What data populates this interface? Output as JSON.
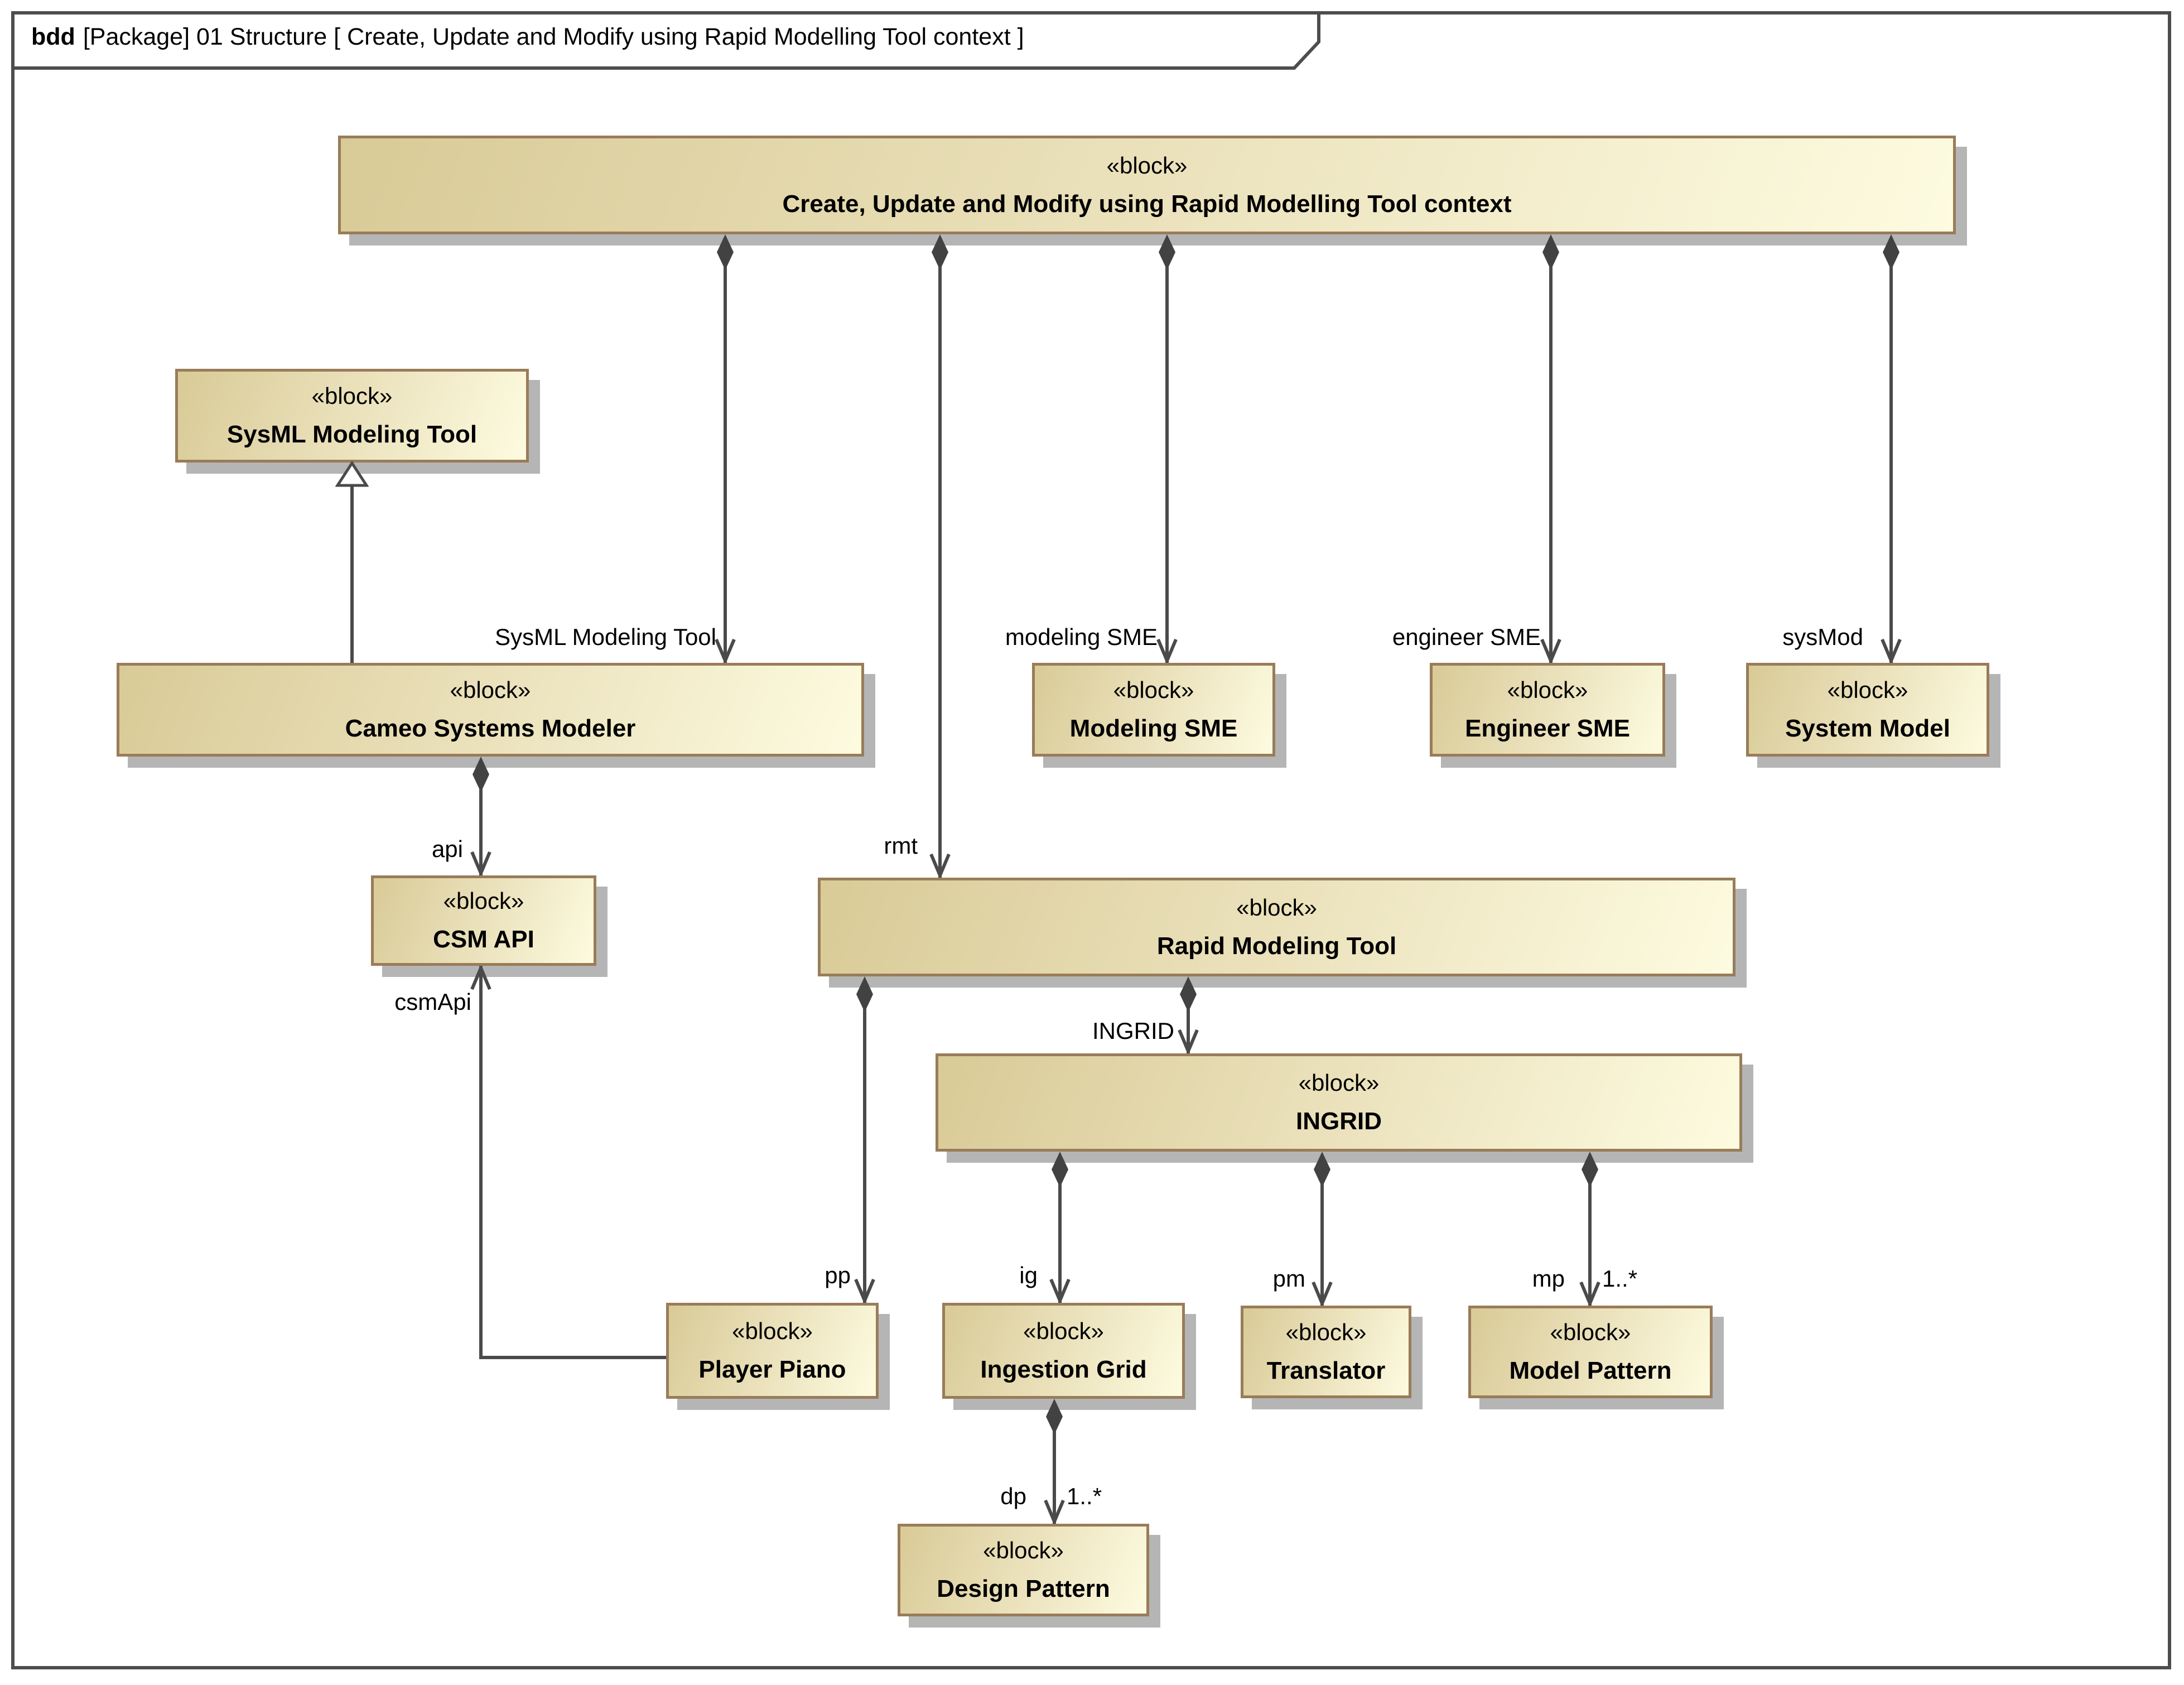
{
  "frame": {
    "title_keyword": "bdd",
    "title_rest": "[Package] 01 Structure [ Create, Update and Modify using Rapid Modelling Tool context ]"
  },
  "shared": {
    "stereotype": "«block»"
  },
  "blocks": {
    "context": "Create, Update and Modify using Rapid Modelling Tool context",
    "sysml_modeling_tool": "SysML Modeling Tool",
    "cameo_systems_modeler": "Cameo Systems Modeler",
    "modeling_sme": "Modeling SME",
    "engineer_sme": "Engineer SME",
    "system_model": "System Model",
    "csm_api": "CSM API",
    "rapid_modeling_tool": "Rapid Modeling Tool",
    "ingrid": "INGRID",
    "player_piano": "Player Piano",
    "ingestion_grid": "Ingestion Grid",
    "translator": "Translator",
    "model_pattern": "Model Pattern",
    "design_pattern": "Design Pattern"
  },
  "edge_labels": {
    "sysml_modeling_tool": "SysML Modeling Tool",
    "rmt": "rmt",
    "modeling_sme": "modeling SME",
    "engineer_sme": "engineer SME",
    "sysmod": "sysMod",
    "api": "api",
    "csm_api": "csmApi",
    "pp": "pp",
    "ingrid": "INGRID",
    "ig": "ig",
    "pm": "pm",
    "mp": "mp",
    "dp": "dp",
    "mult_mp": "1..*",
    "mult_dp": "1..*"
  },
  "colors": {
    "block_fill_start": "#D9CB97",
    "block_fill_end": "#FDFBE0",
    "block_border": "#997C59",
    "shadow": "#B5B5B5",
    "connector_line": "#4A4A4A",
    "frame_border": "#4D4D4D",
    "text": "#000000",
    "background": "#FFFFFF"
  }
}
